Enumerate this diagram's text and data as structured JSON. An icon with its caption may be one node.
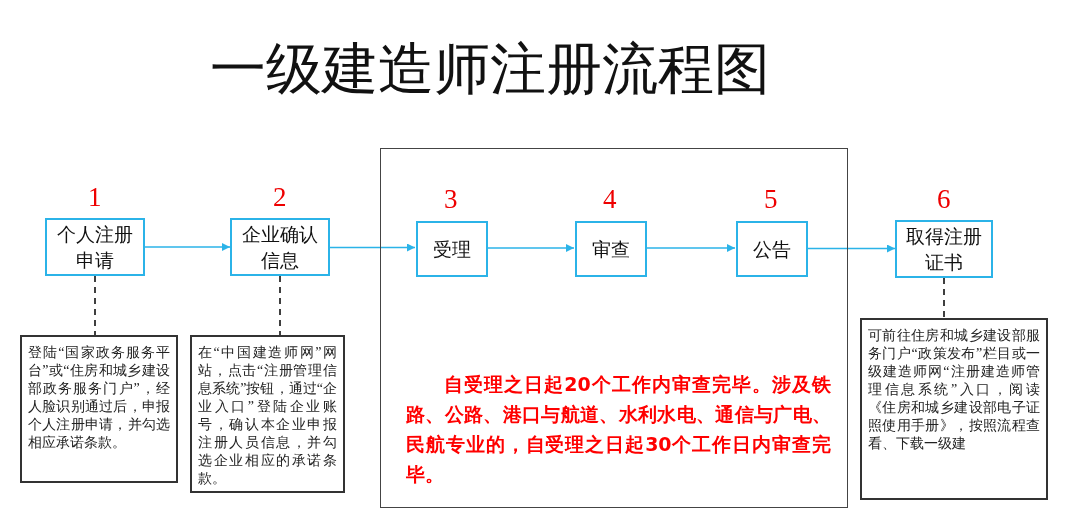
{
  "diagram": {
    "title": "一级建造师注册流程图",
    "nodes": [
      {
        "text": [
          "个人注册申请"
        ],
        "beside": [
          "1"
        ]
      },
      {
        "text": [
          "企业确认信息"
        ],
        "beside": [
          "2"
        ]
      },
      {
        "text": [
          "自受理之日起20个工作内审查完毕。涉及铁路、公路、港口与航道、水利水电、通信与广电、民航专业的，自受理之日起30个工作日内审查完毕。"
        ]
      },
      {
        "text": [
          "受理"
        ],
        "beside": [
          "3"
        ],
        "in": 2
      },
      {
        "text": [
          "审查"
        ],
        "beside": [
          "4"
        ],
        "in": 2
      },
      {
        "text": [
          "公告"
        ],
        "beside": [
          "5"
        ],
        "in": 2
      },
      {
        "text": [
          "取得注册证书"
        ],
        "beside": [
          "6"
        ]
      },
      {
        "text": [
          "登陆“国家政务服务平台”或“住房和城乡建设部政务服务门户”，经人脸识别通过后，申报个人注册申请，并勾选相应承诺条款。"
        ]
      },
      {
        "text": [
          "在“中国建造师网”网站，点击“注册管理信息系统”按钮，通过“企业入口”登陆企业账号，确认本企业申报注册人员信息，并勾选企业相应的承诺条款。"
        ]
      },
      {
        "text": [
          "可前往住房和城乡建设部服务门户“政策发布”栏目或一级建造师网“注册建造师管理信息系统”入口，阅读《住房和城乡建设部电子证照使用手册》，按照流程查看、下载一级建"
        ]
      }
    ],
    "edges": [
      {
        "from": 0,
        "to": 1,
        "arrow": "to"
      },
      {
        "from": 1,
        "to": 3,
        "arrow": "to"
      },
      {
        "from": 3,
        "to": 4,
        "arrow": "to"
      },
      {
        "from": 4,
        "to": 5,
        "arrow": "to"
      },
      {
        "from": 5,
        "to": 6,
        "arrow": "to"
      },
      {
        "from": 0,
        "to": 7,
        "arrow": "none",
        "style": "dashed",
        "color": "#000000"
      },
      {
        "from": 1,
        "to": 8,
        "arrow": "none",
        "style": "dashed",
        "color": "#000000"
      },
      {
        "from": 6,
        "to": 9,
        "arrow": "none",
        "style": "dashed",
        "color": "#000000"
      }
    ]
  }
}
